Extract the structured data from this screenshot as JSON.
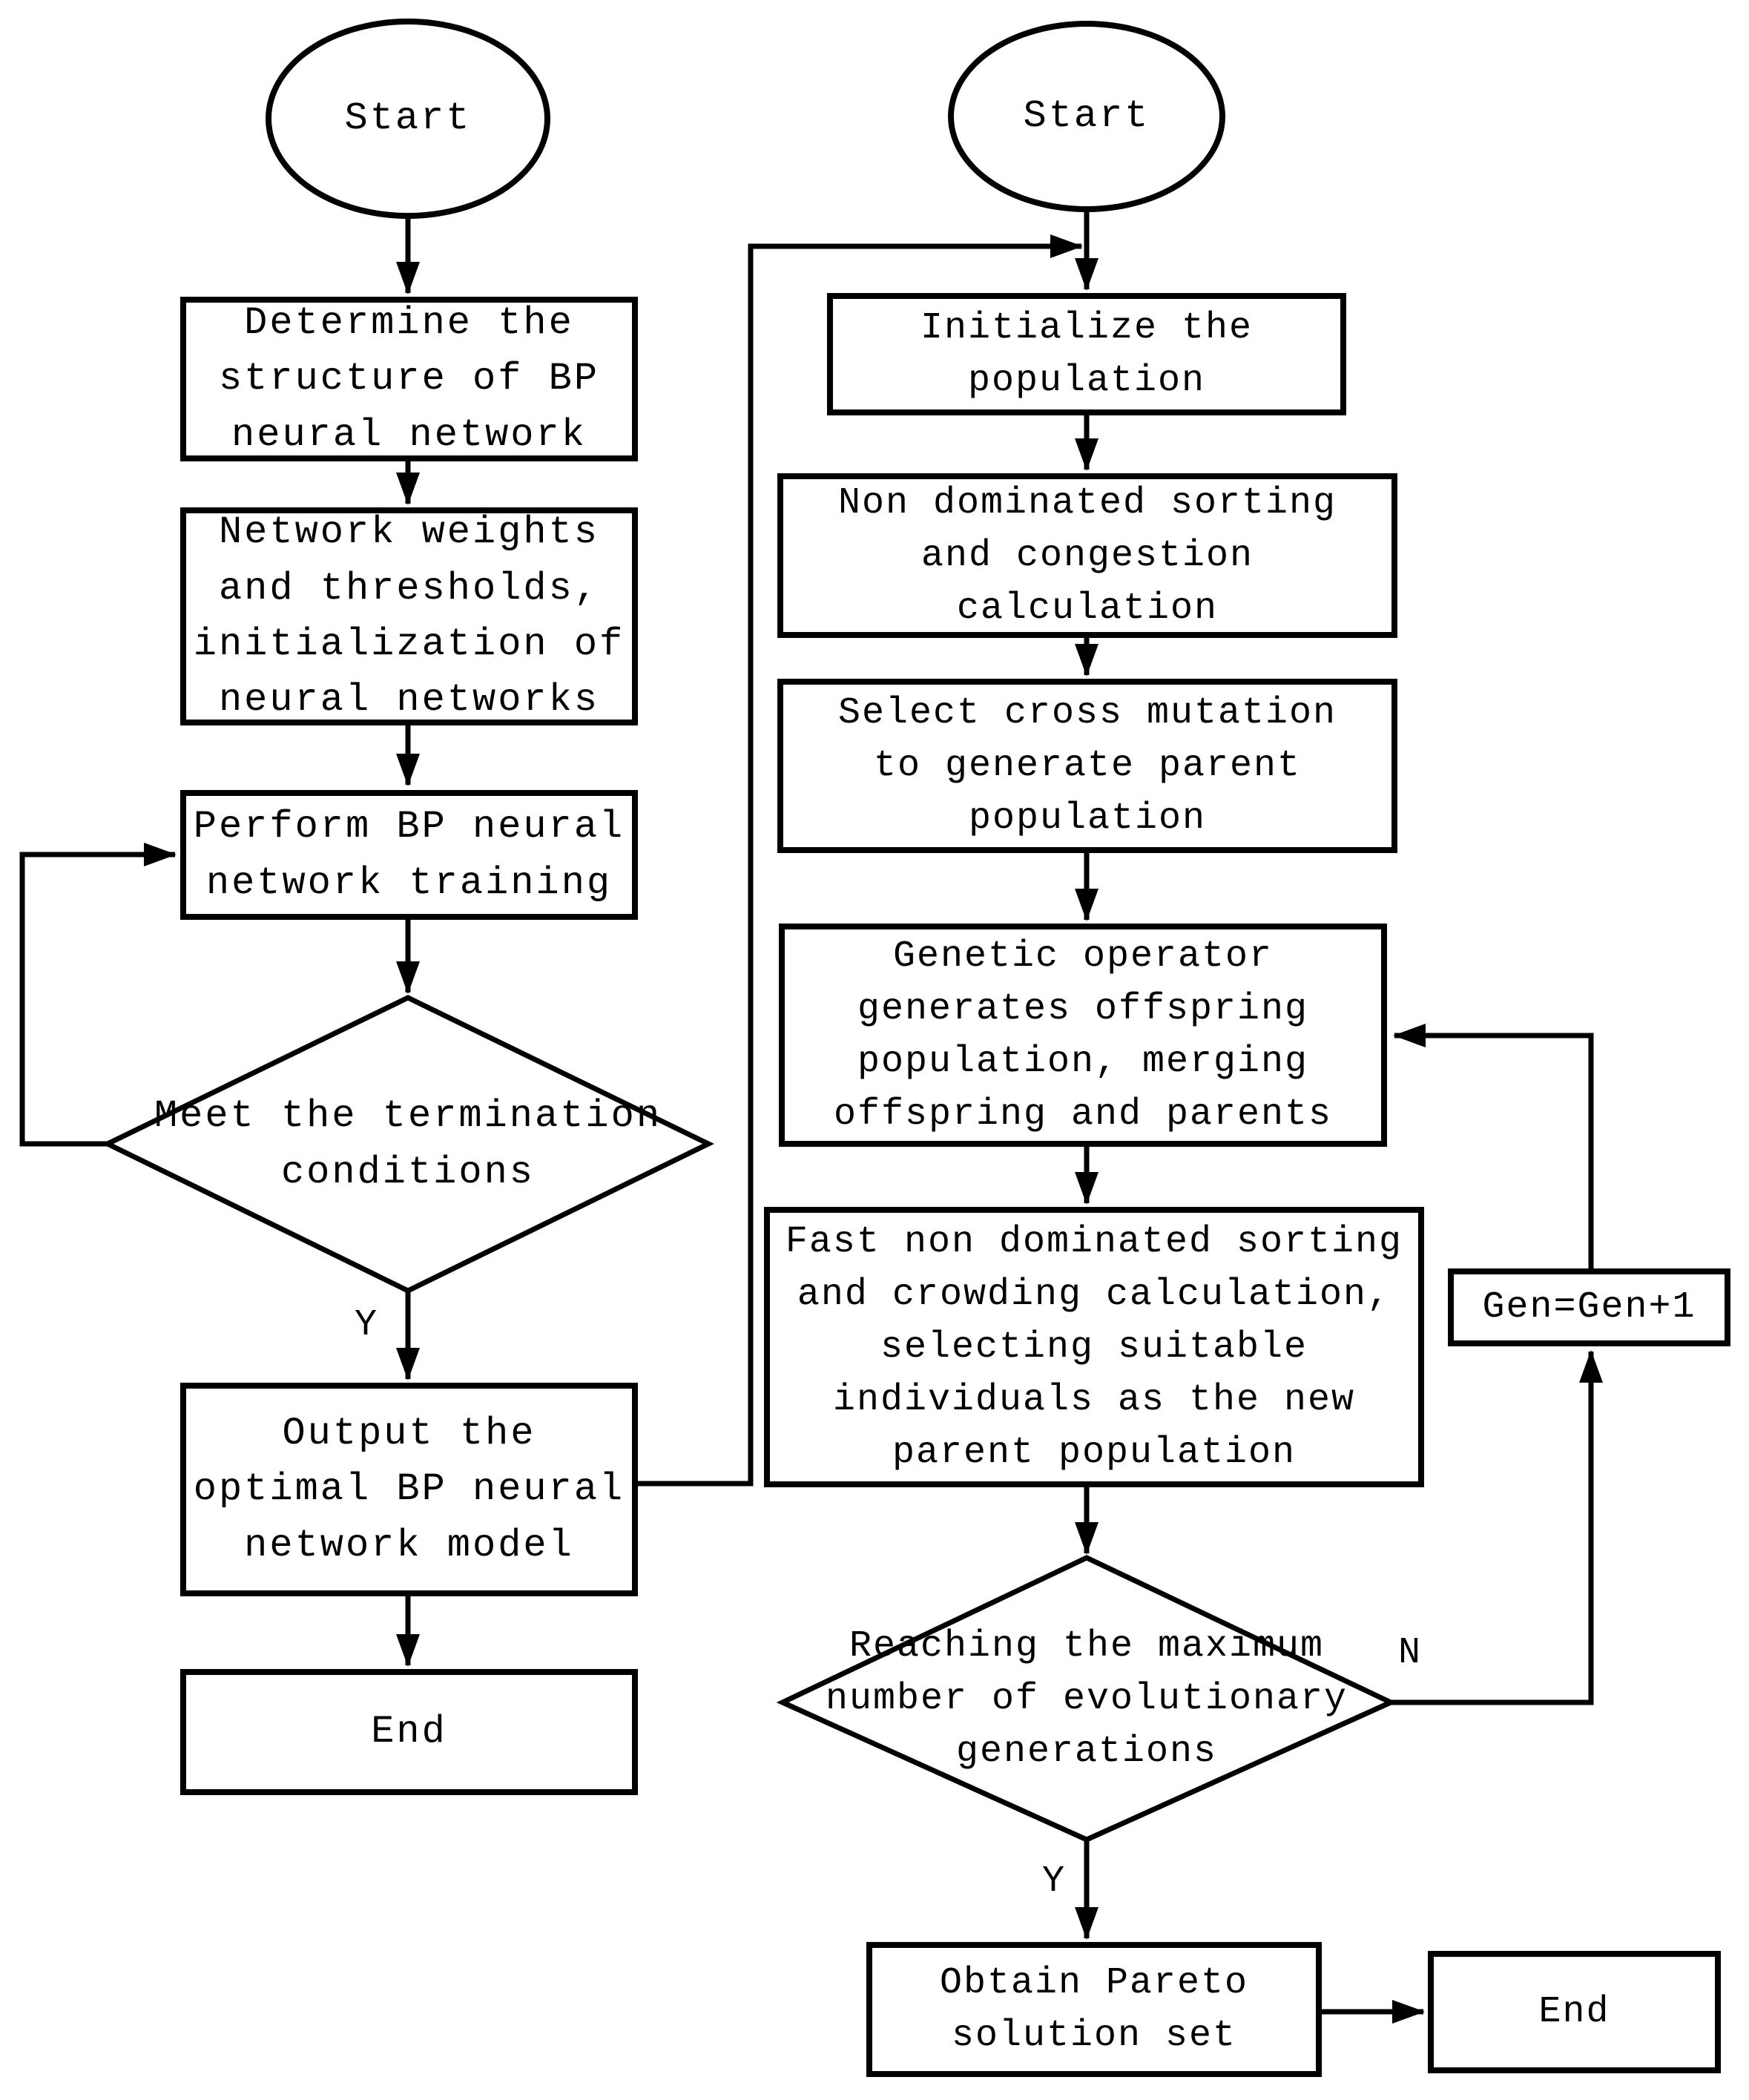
{
  "page": {
    "stroke_color": "#000000",
    "background_color": "#ffffff"
  },
  "left_flow": {
    "start": "Start",
    "determine": "Determine the\nstructure of BP\nneural network",
    "weights": "Network weights\nand thresholds,\ninitialization of\nneural networks",
    "training": "Perform BP neural\nnetwork training",
    "termination": "Meet the termination\nconditions",
    "yes_label": "Y",
    "output": "Output the\noptimal BP neural\nnetwork model",
    "end": "End"
  },
  "right_flow": {
    "start": "Start",
    "initialize": "Initialize the\npopulation",
    "sorting": "Non dominated sorting\nand congestion\ncalculation",
    "select": "Select cross mutation\nto generate parent\npopulation",
    "genetic": "Genetic operator\ngenerates offspring\npopulation, merging\noffspring and parents",
    "fast": "Fast non dominated sorting\nand crowding calculation,\nselecting suitable\nindividuals as the new\nparent population",
    "generations": "Reaching the maximum\nnumber of evolutionary\ngenerations",
    "no_label": "N",
    "yes_label": "Y",
    "gen_increment": "Gen=Gen+1",
    "pareto": "Obtain Pareto\nsolution set",
    "end": "End"
  }
}
